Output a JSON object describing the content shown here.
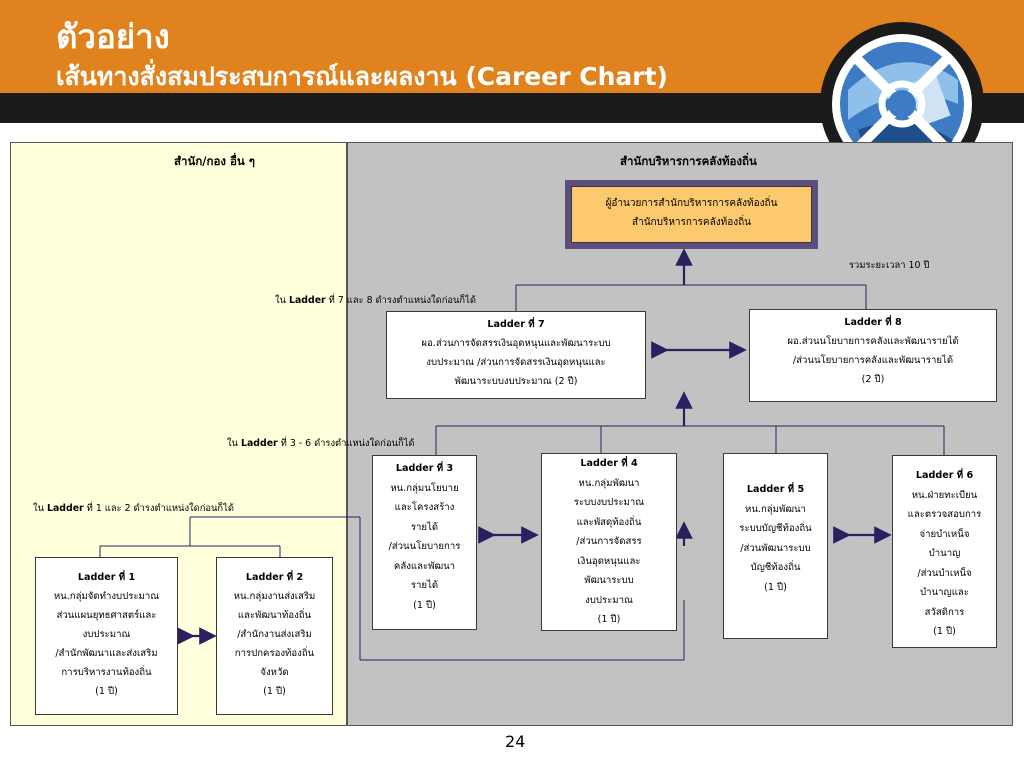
{
  "header": {
    "title_line1": "ตัวอย่าง",
    "title_line2": "เส้นทางสั่งสมประสบการณ์และผลงาน (Career Chart)"
  },
  "panels": {
    "left_title": "สำนัก/กอง อื่น ๆ",
    "right_title": "สำนักบริหารการคลังท้องถิ่น"
  },
  "top_box": {
    "line1": "ผู้อำนวยการสำนักบริหารการคลังท้องถิ่น",
    "line2": "สำนักบริหารการคลังท้องถิ่น"
  },
  "notes": {
    "total_time": "รวมระยะเวลา 10 ปี",
    "ladder_7_8": {
      "prefix": "ใน ",
      "bold": "Ladder",
      "suffix": " ที่ 7 และ 8 ดำรงตำแหน่งใดก่อนก็ได้"
    },
    "ladder_3_6": {
      "prefix": "ใน ",
      "bold": "Ladder",
      "suffix": " ที่ 3 - 6 ดำรงตำแหน่งใดก่อนก็ได้"
    },
    "ladder_1_2": {
      "prefix": "ใน ",
      "bold": "Ladder",
      "suffix": " ที่ 1 และ 2 ดำรงตำแหน่งใดก่อนก็ได้"
    }
  },
  "ladders": {
    "l7": {
      "title": "Ladder ที่ 7",
      "lines": [
        "ผอ.ส่วนการจัดสรรเงินอุดหนุนและพัฒนาระบบ",
        "งบประมาณ /ส่วนการจัดสรรเงินอุดหนุนและ",
        "พัฒนาระบบงบประมาณ    (2 ปี)"
      ]
    },
    "l8": {
      "title": "Ladder ที่ 8",
      "lines": [
        "ผอ.ส่วนนโยบายการคลังและพัฒนารายได้",
        "/ส่วนนโยบายการคลังและพัฒนารายได้",
        "(2 ปี)"
      ]
    },
    "l3": {
      "title": "Ladder ที่ 3",
      "lines": [
        "หน.กลุ่มนโยบาย",
        "และโครงสร้าง",
        "รายได้",
        "/ส่วนนโยบายการ",
        "คลังและพัฒนา",
        "รายได้",
        "(1 ปี)"
      ]
    },
    "l4": {
      "title": "Ladder ที่ 4",
      "lines": [
        "หน.กลุ่มพัฒนา",
        "ระบบงบประมาณ",
        "และพัสดุท้องถิ่น",
        "/ส่วนการจัดสรร",
        "เงินอุดหนุนและ",
        "พัฒนาระบบ",
        "งบประมาณ",
        "(1 ปี)"
      ]
    },
    "l5": {
      "title": "Ladder ที่ 5",
      "lines": [
        "หน.กลุ่มพัฒนา",
        "ระบบบัญชีท้องถิ่น",
        "/ส่วนพัฒนาระบบ",
        "บัญชีท้องถิ่น",
        "(1 ปี)"
      ]
    },
    "l6": {
      "title": "Ladder ที่ 6",
      "lines": [
        "หน.ฝ่ายทะเบียน",
        "และตรวจสอบการ",
        "จ่ายบำเหน็จ",
        "บำนาญ",
        "/ส่วนบำเหน็จ",
        "บำนาญและ",
        "สวัสดิการ",
        "(1 ปี)"
      ]
    },
    "l1": {
      "title": "Ladder ที่ 1",
      "lines": [
        "หน.กลุ่มจัดทำงบประมาณ",
        "ส่วนแผนยุทธศาสตร์และ",
        "งบประมาณ",
        "/สำนักพัฒนาและส่งเสริม",
        "การบริหารงานท้องถิ่น",
        "(1 ปี)"
      ]
    },
    "l2": {
      "title": "Ladder ที่ 2",
      "lines": [
        "หน.กลุ่มงานส่งเสริม",
        "และพัฒนาท้องถิ่น",
        "/สำนักงานส่งเสริม",
        "การปกครองท้องถิ่น",
        "จังหวัด",
        "(1 ปี)"
      ]
    }
  },
  "page_number": "24",
  "colors": {
    "header": "#e0821e",
    "header_dark": "#1b1b1b",
    "left_panel": "#ffffdb",
    "right_panel": "#c2c2c2",
    "arrow": "#2a2060",
    "top_box": "#fcc96e",
    "top_box_frame": "#5c4f7e"
  }
}
